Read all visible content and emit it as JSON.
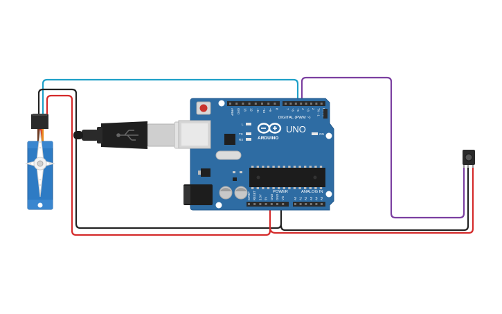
{
  "colors": {
    "board": "#2e6ca3",
    "board_edge": "#23598c",
    "wire_signal_blue": "#1ea0c8",
    "wire_black": "#222222",
    "wire_red": "#d42a2a",
    "wire_purple": "#7b3fa0",
    "header": "#2a2a2a",
    "servo_body": "#2e7bc4"
  },
  "board": {
    "logo_text": "UNO",
    "brand": "ARDUINO",
    "digital_label": "DIGITAL (PWM ~)",
    "power_label": "POWER",
    "analog_label": "ANALOG IN",
    "on_label": "ON",
    "l_label": "L",
    "tx_label": "TX",
    "rx_label": "RX",
    "top_pins": [
      "AREF",
      "GND",
      "13",
      "12",
      "~11",
      "~10",
      "~9",
      "8",
      "7",
      "~6",
      "~5",
      "4",
      "~3",
      "2",
      "TX→1",
      "RX←0"
    ],
    "power_pins": [
      "IOREF",
      "RESET",
      "3.3V",
      "5V",
      "GND",
      "GND",
      "Vin"
    ],
    "analog_pins": [
      "A0",
      "A1",
      "A2",
      "A3",
      "A4",
      "A5"
    ]
  },
  "components": {
    "servo": "servo",
    "usb_cable": "usb-cable",
    "sensor": "ir-sensor"
  }
}
